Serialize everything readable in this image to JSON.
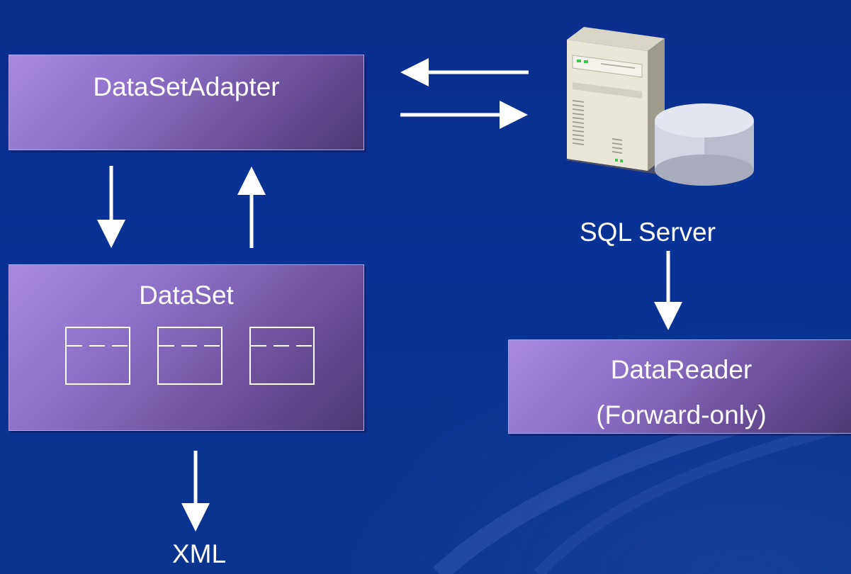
{
  "diagram": {
    "adapter": {
      "label": "DataSetAdapter"
    },
    "dataset": {
      "label": "DataSet",
      "tables": [
        {
          "icon": "table-icon"
        },
        {
          "icon": "table-icon"
        },
        {
          "icon": "table-icon"
        }
      ]
    },
    "server": {
      "label": "SQL Server",
      "icon": "server-database-icon"
    },
    "reader": {
      "label_line1": "DataReader",
      "label_line2": "(Forward-only)"
    },
    "xml": {
      "label": "XML"
    },
    "colors": {
      "background": "#0a3296",
      "box_fill_start": "#a78ae0",
      "box_fill_end": "#4b3a73",
      "arrow": "#ffffff"
    }
  }
}
